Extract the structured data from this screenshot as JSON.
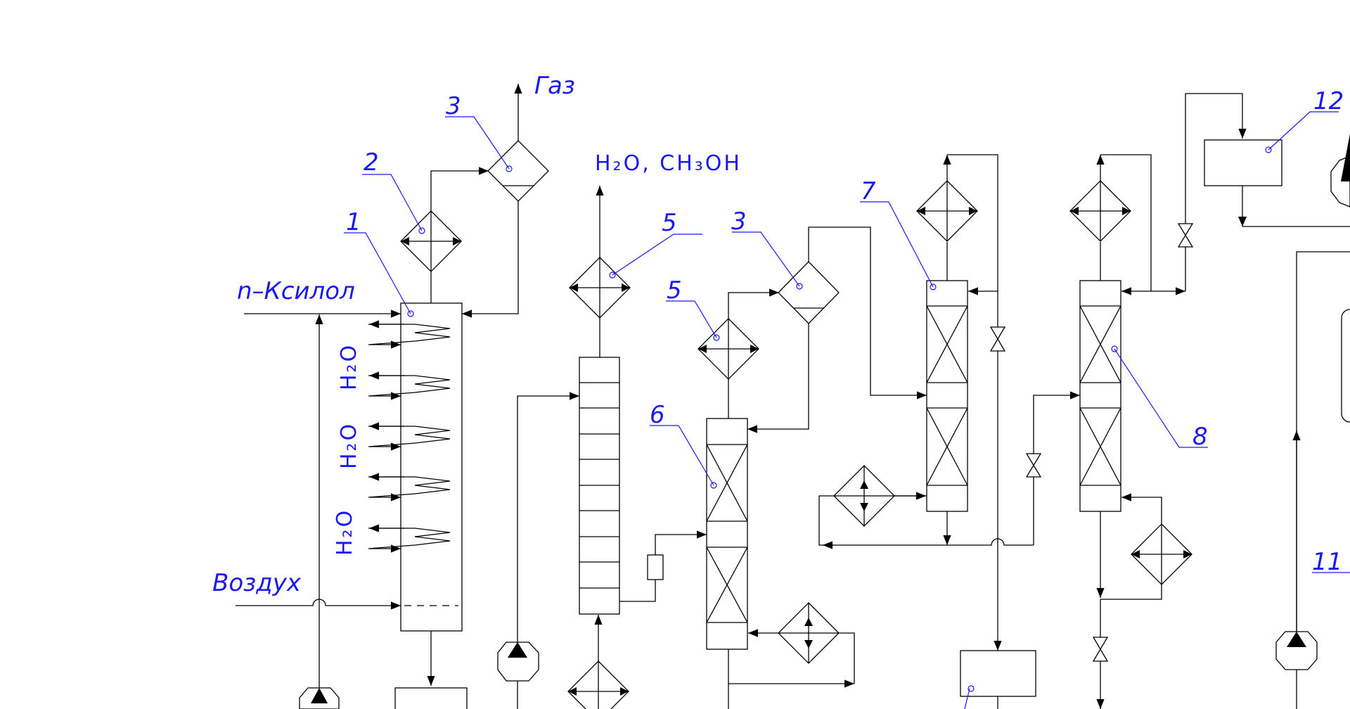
{
  "diagram": {
    "streams": {
      "gas": "Газ",
      "xylene": "n–Ксилол",
      "air": "Воздух",
      "top_product": "H₂O, CH₃OH",
      "water": "H₂O"
    },
    "equipment_numbers": {
      "reactor": "1",
      "reactor_condenser": "2",
      "reactor_separator": "3",
      "column_condenser": "5",
      "column2_condenser": "5",
      "column2_separator": "3",
      "column_6": "6",
      "column_7": "7",
      "column_8": "8",
      "vessel_11": "11",
      "vessel_12": "12"
    },
    "colors": {
      "label": "#1a1aee",
      "line": "#000000",
      "background": "#ffffff"
    }
  }
}
